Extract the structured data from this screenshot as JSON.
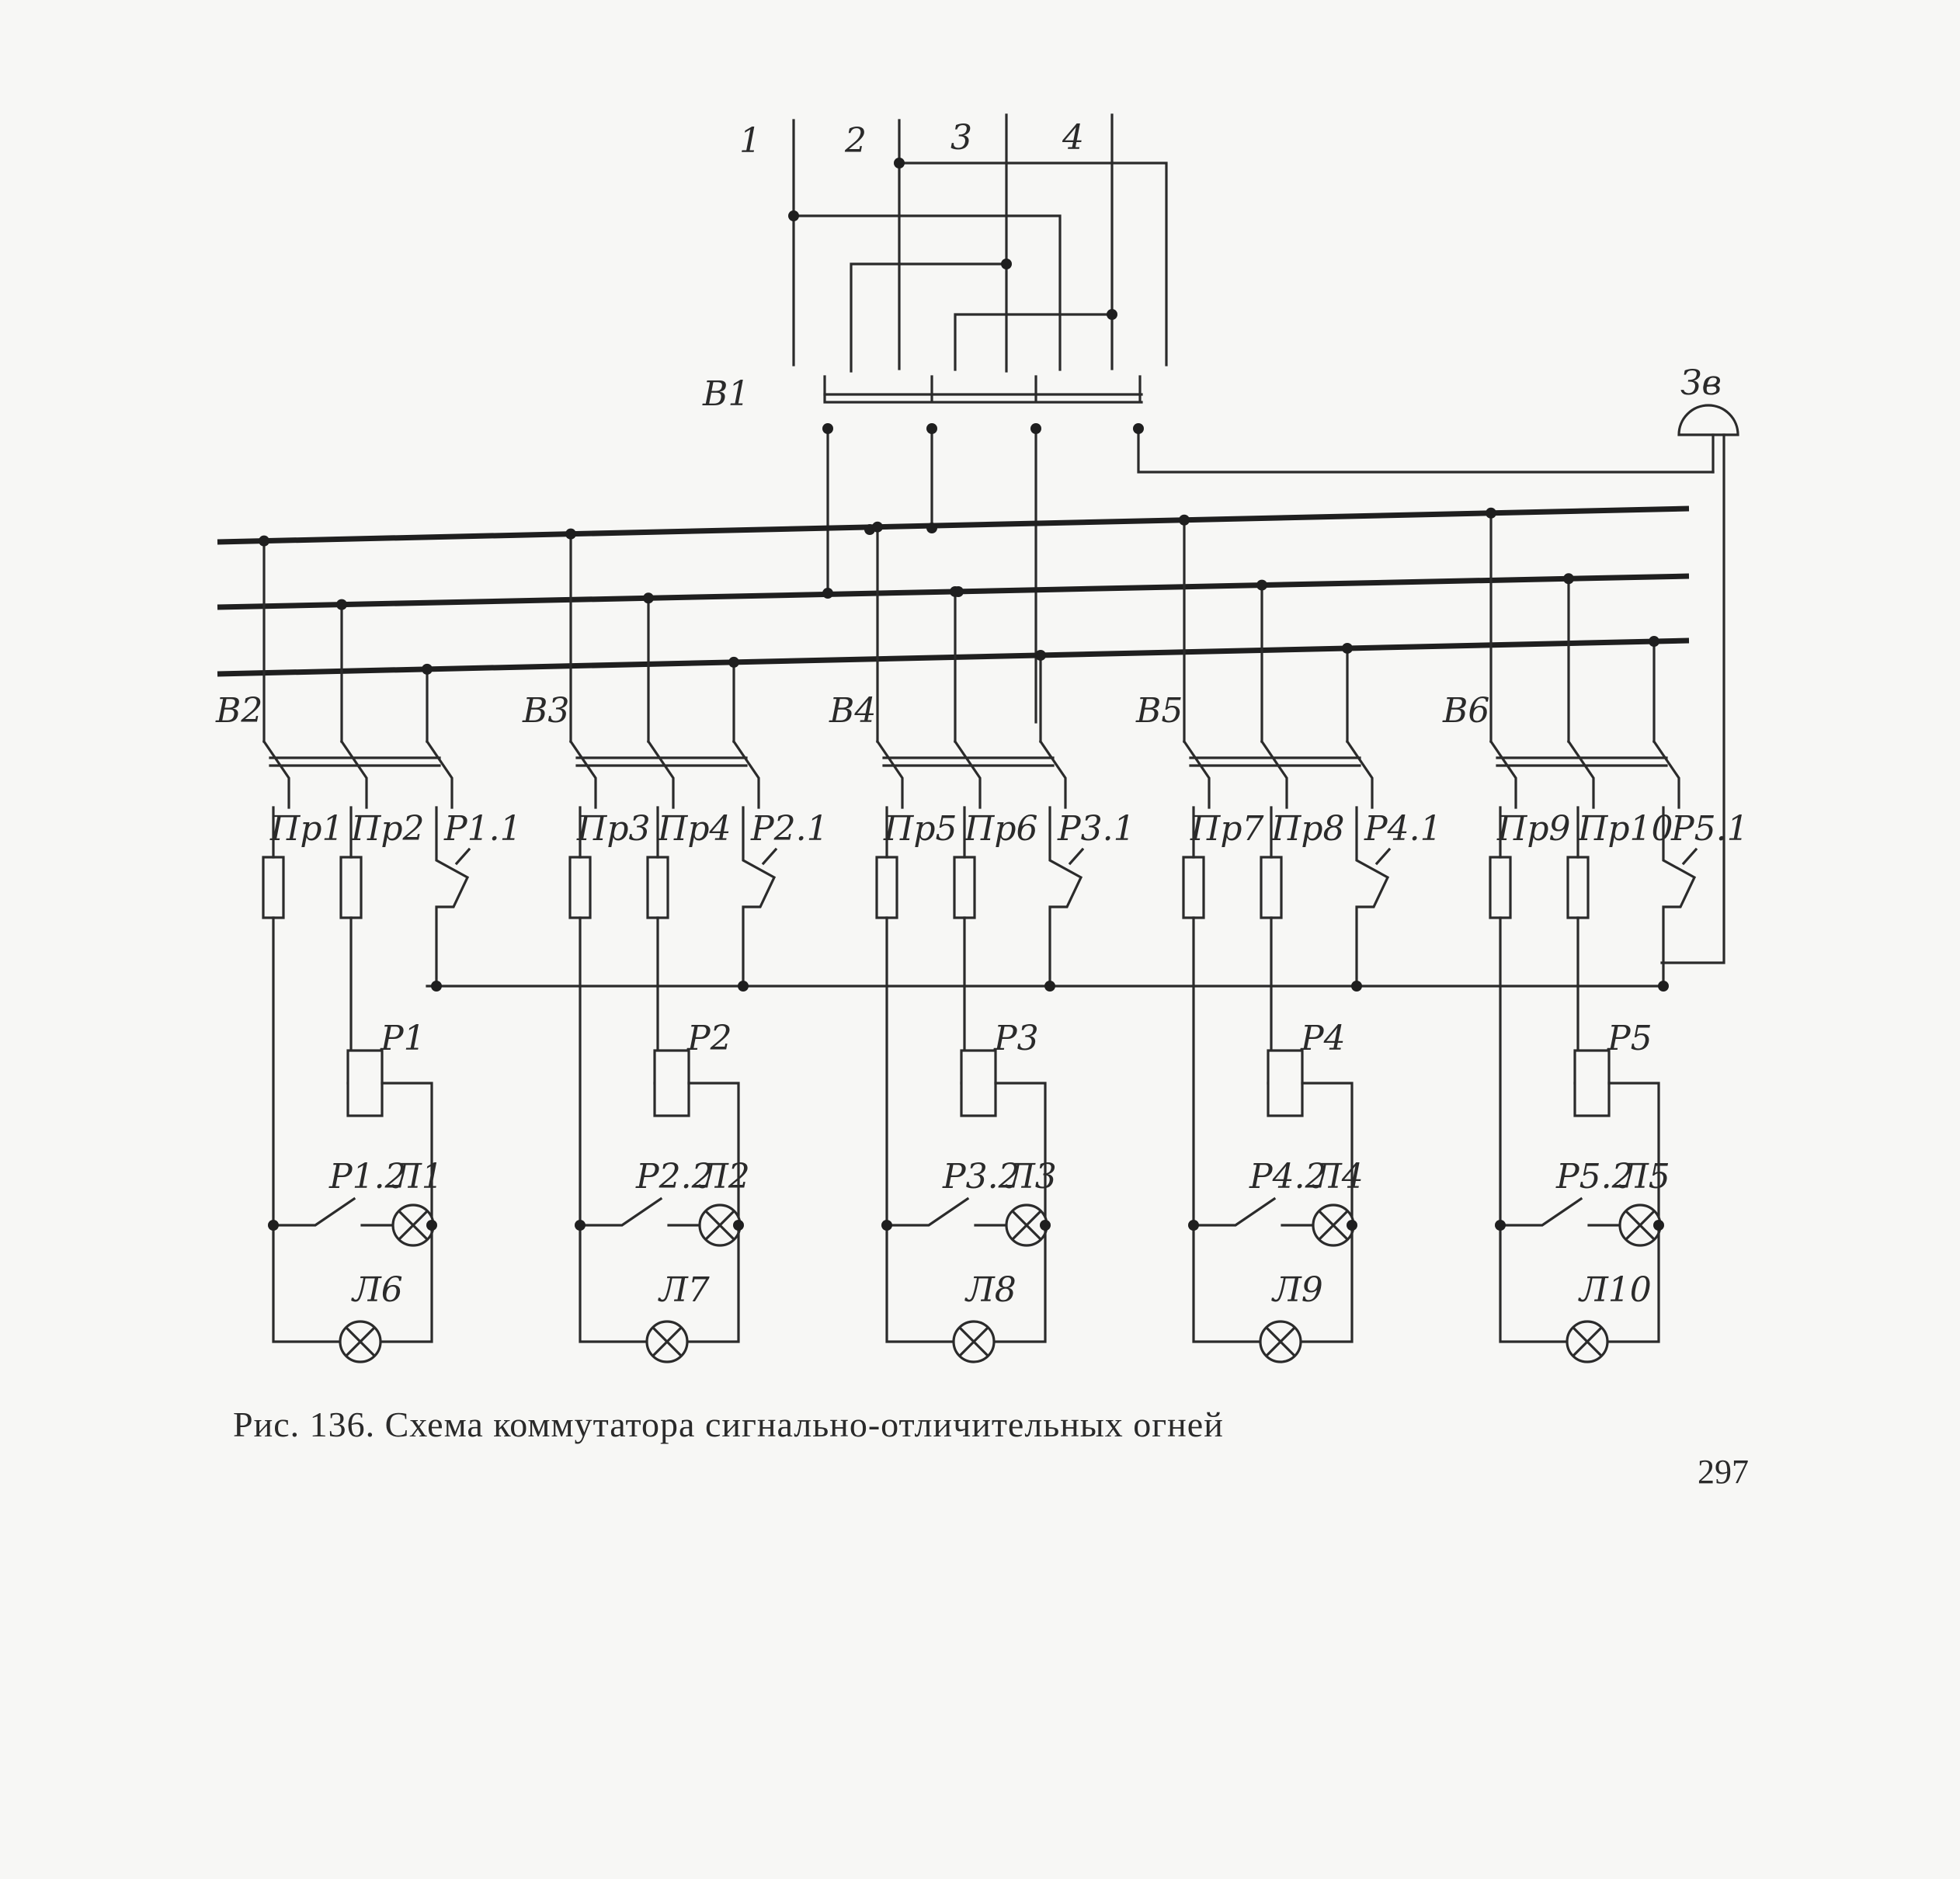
{
  "feeder_labels": [
    "1",
    "2",
    "3",
    "4"
  ],
  "main_switch": "B1",
  "bell": "Зв",
  "groups": [
    {
      "switch": "B2",
      "fuse_a": "Пр1",
      "fuse_b": "Пр2",
      "relay_contact": "P1.1",
      "relay": "P1",
      "relay_switch": "P1.2",
      "lamp_top": "Л1",
      "lamp_bottom": "Л6"
    },
    {
      "switch": "B3",
      "fuse_a": "Пр3",
      "fuse_b": "Пр4",
      "relay_contact": "P2.1",
      "relay": "P2",
      "relay_switch": "P2.2",
      "lamp_top": "Л2",
      "lamp_bottom": "Л7"
    },
    {
      "switch": "B4",
      "fuse_a": "Пр5",
      "fuse_b": "Пр6",
      "relay_contact": "P3.1",
      "relay": "P3",
      "relay_switch": "P3.2",
      "lamp_top": "Л3",
      "lamp_bottom": "Л8"
    },
    {
      "switch": "B5",
      "fuse_a": "Пр7",
      "fuse_b": "Пр8",
      "relay_contact": "P4.1",
      "relay": "P4",
      "relay_switch": "P4.2",
      "lamp_top": "Л4",
      "lamp_bottom": "Л9"
    },
    {
      "switch": "B6",
      "fuse_a": "Пр9",
      "fuse_b": "Пр10",
      "relay_contact": "P5.1",
      "relay": "P5",
      "relay_switch": "P5.2",
      "lamp_top": "Л5",
      "lamp_bottom": "Л10"
    }
  ],
  "caption": "Рис. 136. Схема коммутатора сигнально-отличительных огней",
  "page_number": "297"
}
